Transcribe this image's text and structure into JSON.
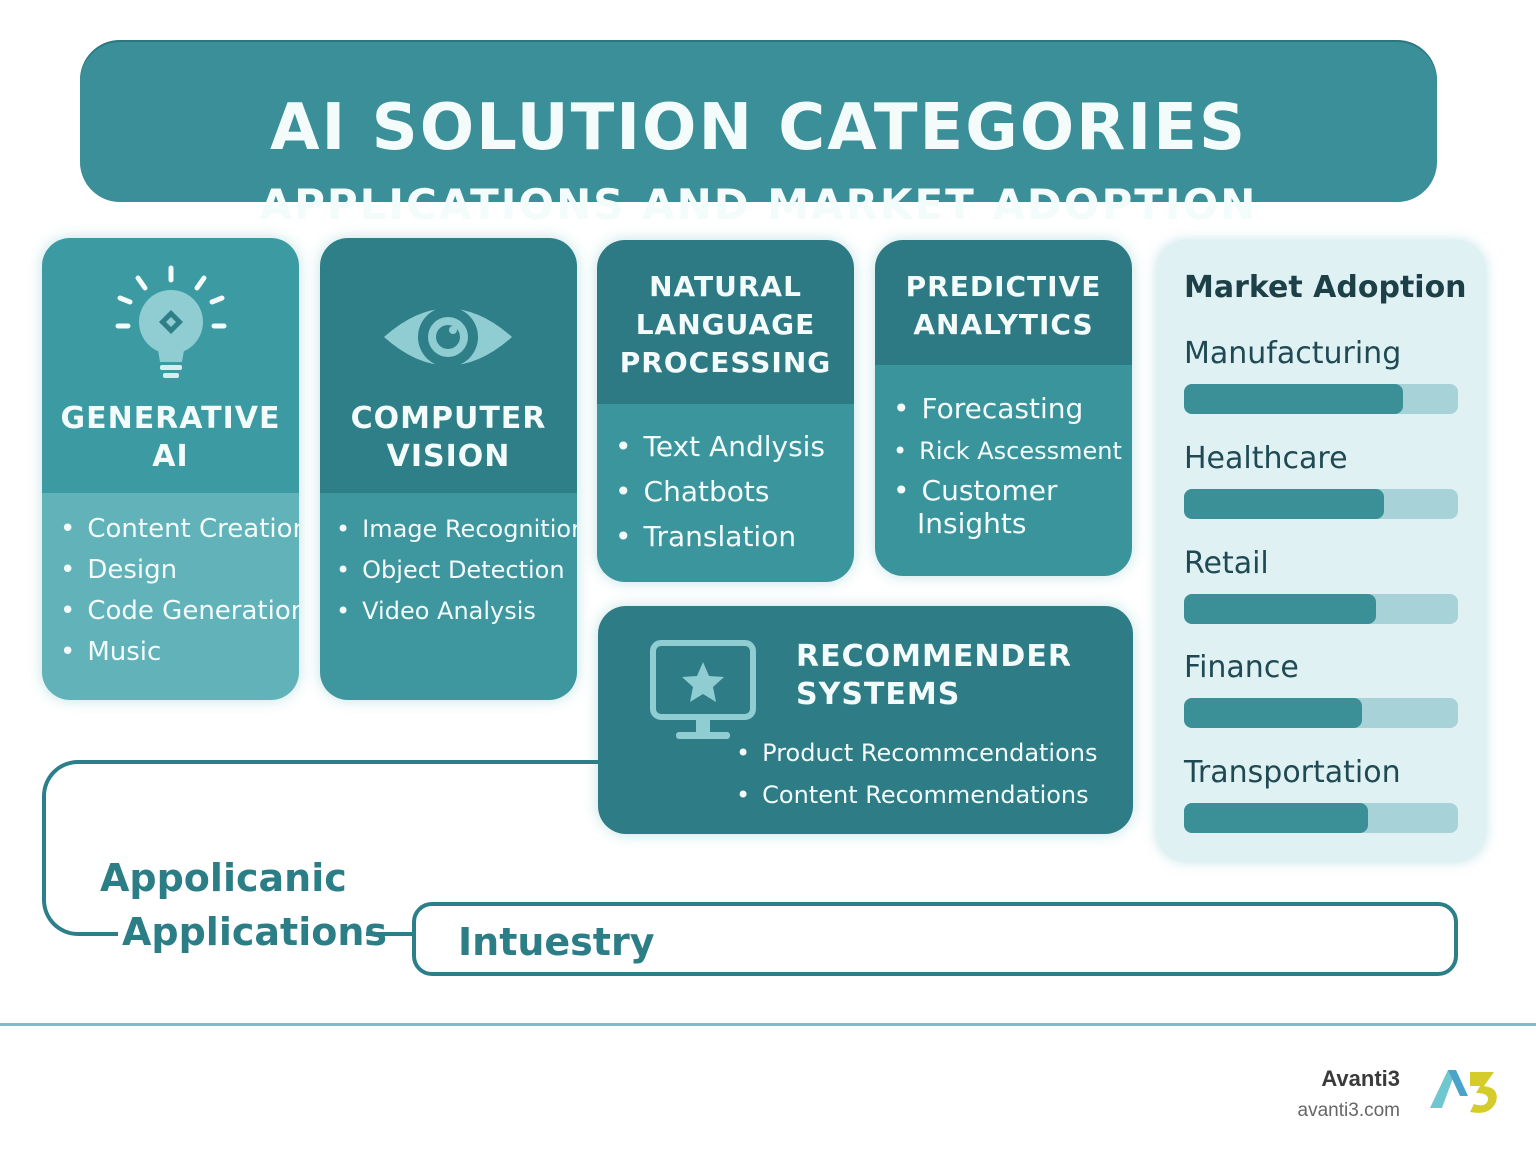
{
  "header": {
    "title": "AI SOLUTION CATEGORIES",
    "subtitle": "APPLICATIONS AND MARKET ADOPTION"
  },
  "categories": [
    {
      "title_lines": [
        "GENERATIVE",
        "AI"
      ],
      "icon": "lightbulb-icon",
      "items": [
        "Content Creation",
        "Design",
        "Code Generation",
        "Music"
      ]
    },
    {
      "title_lines": [
        "COMPUTER",
        "VISION"
      ],
      "icon": "eye-icon",
      "items": [
        "Image Recognition",
        "Object Detection",
        "Video Analysis"
      ]
    },
    {
      "title_lines": [
        "NATURAL",
        "LANGUAGE",
        "PROCESSING"
      ],
      "items": [
        "Text Andlysis",
        "Chatbots",
        "Translation"
      ]
    },
    {
      "title_lines": [
        "PREDICTIVE",
        "ANALYTICS"
      ],
      "items": [
        "Forecasting",
        "Rick Ascessment",
        "Customer",
        "Insights"
      ]
    },
    {
      "title_lines": [
        "RECOMMENDER",
        "SYSTEMS"
      ],
      "icon": "monitor-star-icon",
      "items": [
        "Product Recommcendations",
        "Content Recommendations"
      ]
    }
  ],
  "market": {
    "title": "Market Adoption",
    "rows": [
      {
        "label": "Manufacturing",
        "fill": 0.8
      },
      {
        "label": "Healthcare",
        "fill": 0.73
      },
      {
        "label": "Retail",
        "fill": 0.7
      },
      {
        "label": "Finance",
        "fill": 0.65
      },
      {
        "label": "Transportation",
        "fill": 0.67
      }
    ]
  },
  "bottom": {
    "label1": "Appolicanic",
    "label2": "Applications",
    "industry": "Intuestry"
  },
  "footer": {
    "brand": "Avanti3",
    "url": "avanti3.com"
  },
  "colors": {
    "primary": "#3a8f98",
    "dark": "#2d7a84",
    "light_panel": "#dff1f3"
  }
}
